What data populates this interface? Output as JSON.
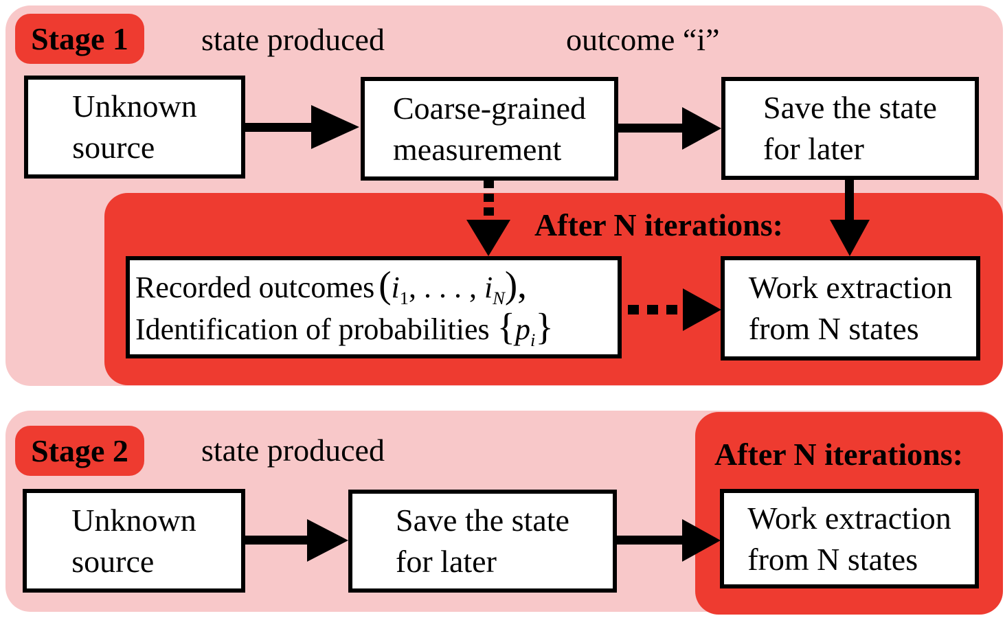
{
  "colors": {
    "pink": "#f8c8c9",
    "red": "#ee3b30",
    "box_background": "#ffffff",
    "box_border": "#000000",
    "text": "#000000"
  },
  "stage1": {
    "badge": "Stage 1",
    "labels": {
      "state_produced": "state produced",
      "outcome": "outcome “i”"
    },
    "boxes": {
      "unknown_source": {
        "line1": "Unknown",
        "line2": "source"
      },
      "coarse_grained": {
        "line1": "Coarse-grained",
        "line2": "measurement"
      },
      "save_state": {
        "line1": "Save the state",
        "line2": "for later"
      },
      "work_extraction": {
        "line1": "Work extraction",
        "line2": "from N states"
      }
    },
    "after_iterations": "After N iterations:",
    "recorded": {
      "line1": {
        "prefix": "Recorded outcomes",
        "open": "(",
        "var1": "i",
        "sub1": "1",
        "dots": ", . . . , ",
        "var2": "i",
        "sub2": "N",
        "close": "),"
      },
      "line2": {
        "prefix": "Identification of probabilities ",
        "open": "{",
        "var": "p",
        "sub": "i",
        "close": "}"
      }
    }
  },
  "stage2": {
    "badge": "Stage 2",
    "labels": {
      "state_produced": "state produced"
    },
    "boxes": {
      "unknown_source": {
        "line1": "Unknown",
        "line2": "source"
      },
      "save_state": {
        "line1": "Save the state",
        "line2": "for later"
      },
      "work_extraction": {
        "line1": "Work extraction",
        "line2": "from N states"
      }
    },
    "after_iterations": "After N iterations:"
  }
}
